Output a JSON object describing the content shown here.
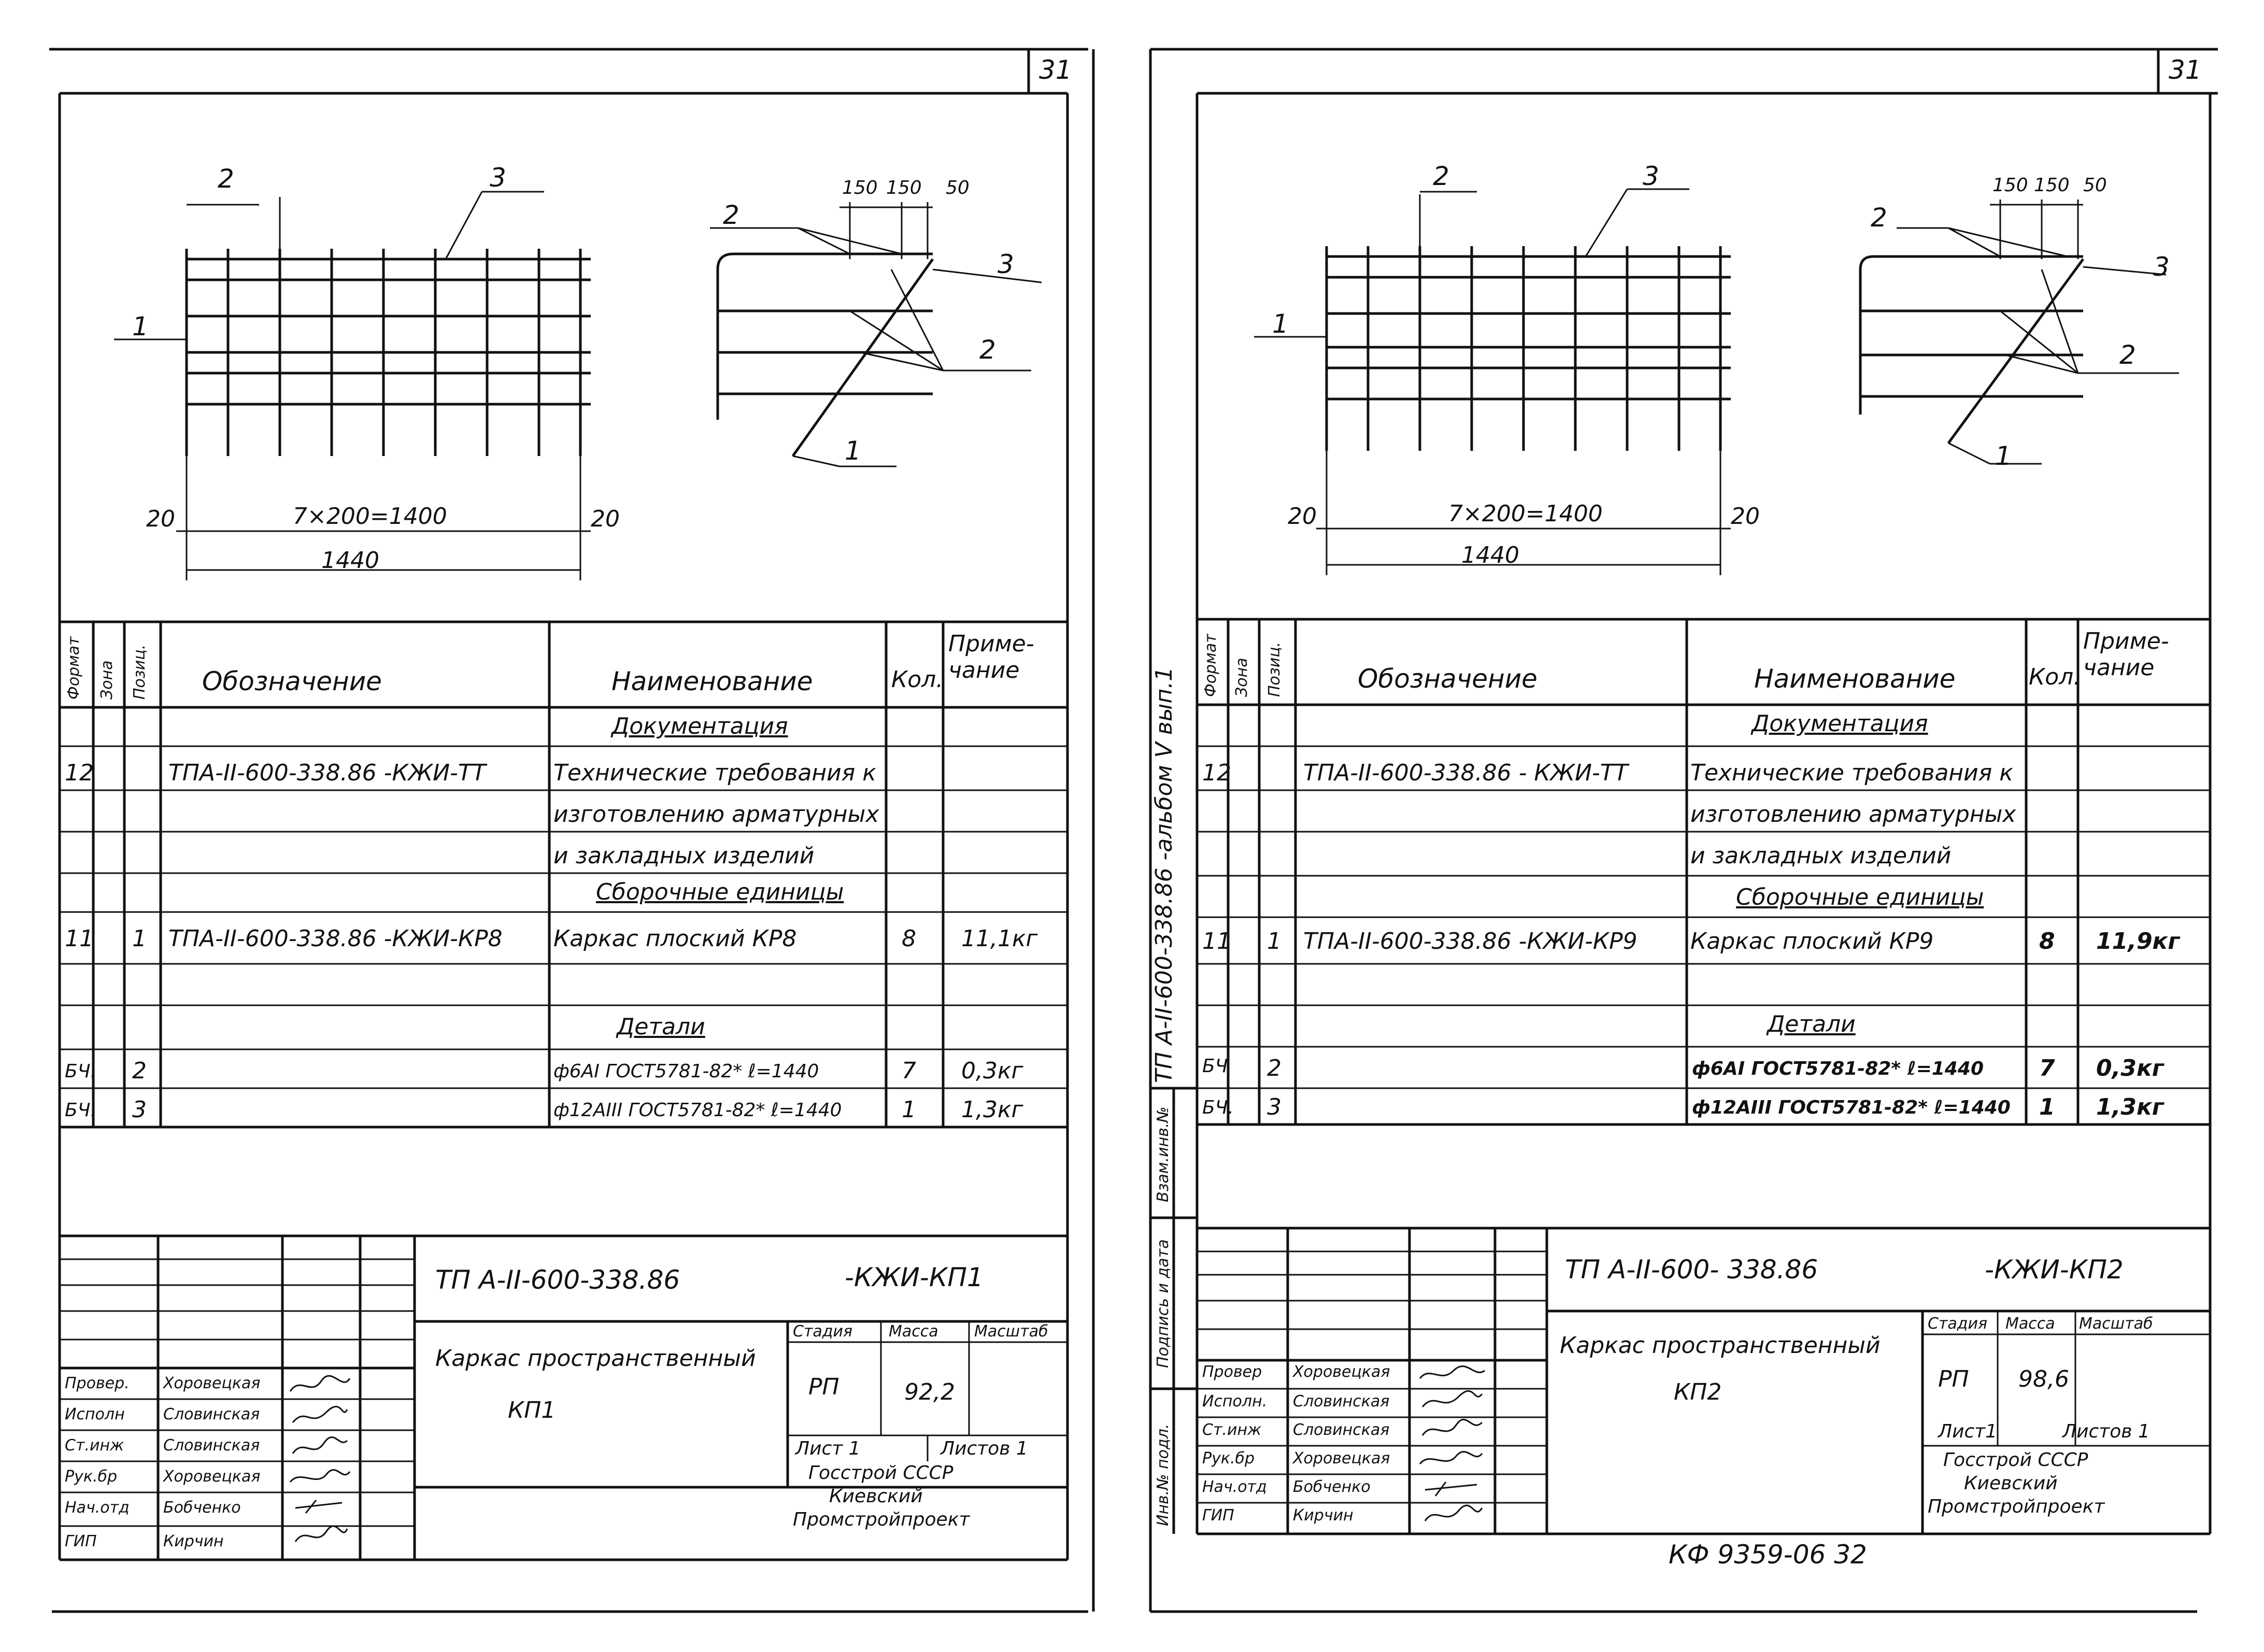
{
  "sheets": [
    {
      "page_number": "31",
      "drawing": {
        "callouts": [
          "2",
          "3",
          "1"
        ],
        "dim_150a": "150",
        "dim_150b": "150",
        "dim_50": "50",
        "side_callouts": [
          "2",
          "3",
          "2",
          "1"
        ],
        "dim_left": "20",
        "dim_span": "7×200=1400",
        "dim_right": "20",
        "dim_total": "1440"
      },
      "album_note": "",
      "spec": {
        "headers": {
          "format": "Формат",
          "zone": "Зона",
          "pos": "Позиц.",
          "designation": "Обозначение",
          "name": "Наименование",
          "qty": "Кол.",
          "note": "Приме-\nчание"
        },
        "sections": {
          "docs": "Документация",
          "assemblies": "Сборочные единицы",
          "details": "Детали"
        },
        "doc_row": {
          "format": "12",
          "designation": "ТПА-II-600-338.86  -КЖИ-ТТ",
          "name_lines": [
            "Технические требования к",
            "изготовлению арматурных",
            "и закладных изделий"
          ]
        },
        "asm_row": {
          "format": "11",
          "pos": "1",
          "designation": "ТПА-II-600-338.86 -КЖИ-КР8",
          "name": "Каркас плоский   КР8",
          "qty": "8",
          "note": "11,1кг"
        },
        "detail_rows": [
          {
            "format": "БЧ.",
            "pos": "2",
            "name": "ф6АI ГОСТ5781-82* ℓ=1440",
            "qty": "7",
            "note": "0,3кг"
          },
          {
            "format": "БЧ.",
            "pos": "3",
            "name": "ф12АIII ГОСТ5781-82* ℓ=1440",
            "qty": "1",
            "note": "1,3кг"
          }
        ]
      },
      "title_block": {
        "code": "ТП А-II-600-338.86",
        "suffix": "-КЖИ-КП1",
        "title_line1": "Каркас пространственный",
        "title_line2": "КП1",
        "stage_label": "Стадия",
        "mass_label": "Масса",
        "scale_label": "Масштаб",
        "stage": "РП",
        "mass": "92,2",
        "sheet": "Лист 1",
        "sheets": "Листов 1",
        "org_lines": [
          "Госстрой СССР",
          "Киевский",
          "Промстройпроект"
        ],
        "roles": [
          "Провер.",
          "Исполн",
          "Ст.инж",
          "Рук.бр",
          "Нач.отд",
          "ГИП"
        ],
        "names": [
          "Хоровецкая",
          "Словинская",
          "Словинская",
          "Хоровецкая",
          "Бобченко",
          "Кирчин"
        ]
      },
      "footer": ""
    },
    {
      "page_number": "31",
      "drawing": {
        "callouts": [
          "2",
          "3",
          "1"
        ],
        "dim_150a": "150",
        "dim_150b": "150",
        "dim_50": "50",
        "side_callouts": [
          "2",
          "3",
          "2",
          "1"
        ],
        "dim_left": "20",
        "dim_span": "7×200=1400",
        "dim_right": "20",
        "dim_total": "1440"
      },
      "album_note": "ТП А-II-600-338.86   -альбом V вып.1",
      "side_labels": [
        "Взам.инв.№",
        "Подпись и дата",
        "Инв.№ подл."
      ],
      "spec": {
        "headers": {
          "format": "Формат",
          "zone": "Зона",
          "pos": "Позиц.",
          "designation": "Обозначение",
          "name": "Наименование",
          "qty": "Кол.",
          "note": "Приме-\nчание"
        },
        "sections": {
          "docs": "Документация",
          "assemblies": "Сборочные единицы",
          "details": "Детали"
        },
        "doc_row": {
          "format": "12",
          "designation": "ТПА-II-600-338.86 - КЖИ-ТТ",
          "name_lines": [
            "Технические требования к",
            "изготовлению арматурных",
            "и закладных изделий"
          ]
        },
        "asm_row": {
          "format": "11",
          "pos": "1",
          "designation": "ТПА-II-600-338.86 -КЖИ-КР9",
          "name": "Каркас плоский  КР9",
          "qty": "8",
          "note": "11,9кг"
        },
        "detail_rows": [
          {
            "format": "БЧ",
            "pos": "2",
            "name": "ф6АI ГОСТ5781-82* ℓ=1440",
            "qty": "7",
            "note": "0,3кг"
          },
          {
            "format": "БЧ.",
            "pos": "3",
            "name": "ф12АIII ГОСТ5781-82* ℓ=1440",
            "qty": "1",
            "note": "1,3кг"
          }
        ]
      },
      "title_block": {
        "code": "ТП А-II-600- 338.86",
        "suffix": "-КЖИ-КП2",
        "title_line1": "Каркас пространственный",
        "title_line2": "КП2",
        "stage_label": "Стадия",
        "mass_label": "Масса",
        "scale_label": "Масштаб",
        "stage": "РП",
        "mass": "98,6",
        "sheet": "Лист1",
        "sheets": "Листов 1",
        "org_lines": [
          "Госстрой СССР",
          "Киевский",
          "Промстройпроект"
        ],
        "roles": [
          "Провер",
          "Исполн.",
          "Ст.инж",
          "Рук.бр",
          "Нач.отд",
          "ГИП"
        ],
        "names": [
          "Хоровецкая",
          "Словинская",
          "Словинская",
          "Хоровецкая",
          "Бобченко",
          "Кирчин"
        ]
      },
      "footer": "КФ 9359-06  32"
    }
  ]
}
